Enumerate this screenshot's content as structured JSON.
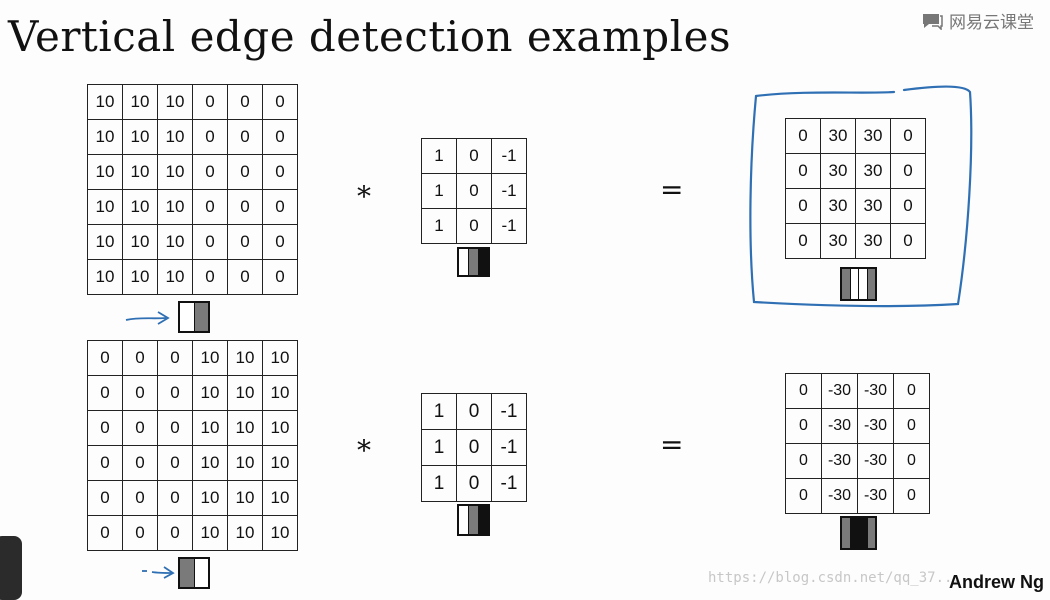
{
  "title": "Vertical edge detection examples",
  "brand": {
    "label": "网易云课堂"
  },
  "watermark": "https://blog.csdn.net/qq_37...",
  "author": "Andrew Ng",
  "operators": {
    "convolve": "*",
    "equals": "="
  },
  "colors": {
    "pen_blue": "#2f6fb3",
    "light": "#ffffff",
    "gray": "#7a7a7a",
    "dark": "#111111"
  },
  "example1": {
    "input": [
      [
        "10",
        "10",
        "10",
        "0",
        "0",
        "0"
      ],
      [
        "10",
        "10",
        "10",
        "0",
        "0",
        "0"
      ],
      [
        "10",
        "10",
        "10",
        "0",
        "0",
        "0"
      ],
      [
        "10",
        "10",
        "10",
        "0",
        "0",
        "0"
      ],
      [
        "10",
        "10",
        "10",
        "0",
        "0",
        "0"
      ],
      [
        "10",
        "10",
        "10",
        "0",
        "0",
        "0"
      ]
    ],
    "input_swatch": [
      "light",
      "gray"
    ],
    "filter": [
      [
        "1",
        "0",
        "-1"
      ],
      [
        "1",
        "0",
        "-1"
      ],
      [
        "1",
        "0",
        "-1"
      ]
    ],
    "filter_swatch": [
      "light",
      "gray",
      "dark"
    ],
    "output": [
      [
        "0",
        "30",
        "30",
        "0"
      ],
      [
        "0",
        "30",
        "30",
        "0"
      ],
      [
        "0",
        "30",
        "30",
        "0"
      ],
      [
        "0",
        "30",
        "30",
        "0"
      ]
    ],
    "output_swatch": [
      "gray",
      "light",
      "light",
      "gray"
    ]
  },
  "example2": {
    "input": [
      [
        "0",
        "0",
        "0",
        "10",
        "10",
        "10"
      ],
      [
        "0",
        "0",
        "0",
        "10",
        "10",
        "10"
      ],
      [
        "0",
        "0",
        "0",
        "10",
        "10",
        "10"
      ],
      [
        "0",
        "0",
        "0",
        "10",
        "10",
        "10"
      ],
      [
        "0",
        "0",
        "0",
        "10",
        "10",
        "10"
      ],
      [
        "0",
        "0",
        "0",
        "10",
        "10",
        "10"
      ]
    ],
    "input_swatch": [
      "gray",
      "light"
    ],
    "filter": [
      [
        "1",
        "0",
        "-1"
      ],
      [
        "1",
        "0",
        "-1"
      ],
      [
        "1",
        "0",
        "-1"
      ]
    ],
    "filter_swatch": [
      "light",
      "gray",
      "dark"
    ],
    "output": [
      [
        "0",
        "-30",
        "-30",
        "0"
      ],
      [
        "0",
        "-30",
        "-30",
        "0"
      ],
      [
        "0",
        "-30",
        "-30",
        "0"
      ],
      [
        "0",
        "-30",
        "-30",
        "0"
      ]
    ],
    "output_swatch": [
      "gray",
      "dark",
      "dark",
      "gray"
    ]
  }
}
